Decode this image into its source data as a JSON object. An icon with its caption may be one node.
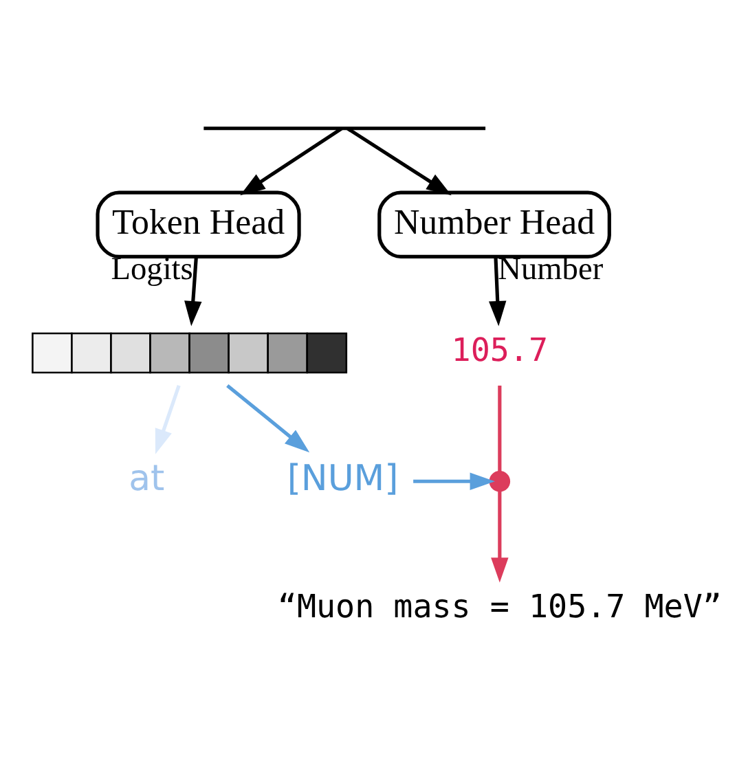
{
  "diagram": {
    "nodes": [
      {
        "text": [],
        "shape": "brace"
      },
      {
        "text": [
          "Token Head"
        ]
      },
      {
        "text": [
          "Number Head"
        ]
      },
      {
        "text": [],
        "shape": "bar"
      },
      {
        "text": [
          "105.7"
        ]
      },
      {
        "text": [
          "at"
        ]
      },
      {
        "text": [
          "[NUM]"
        ]
      },
      {
        "text": [],
        "shape": "switch"
      },
      {
        "text": [
          "“Muon mass = 105.7 MeV”"
        ]
      }
    ],
    "edges": [
      {
        "from": 0,
        "to": 1,
        "arrow": "to"
      },
      {
        "from": 0,
        "to": 2,
        "arrow": "to"
      },
      {
        "from": 1,
        "to": 3,
        "arrow": "to",
        "label": "Logits"
      },
      {
        "from": 2,
        "to": 4,
        "arrow": "to",
        "label": "Number"
      },
      {
        "from": 3,
        "to": 5,
        "arrow": "to",
        "color": "#dbe9fb"
      },
      {
        "from": 3,
        "to": 6,
        "arrow": "to",
        "color": "#5a9fdc"
      },
      {
        "from": 6,
        "to": 7,
        "arrow": "to",
        "color": "#5a9fdc"
      },
      {
        "from": 4,
        "to": 7,
        "arrow": "none",
        "color": "#dc3c5c"
      },
      {
        "from": 7,
        "to": 8,
        "arrow": "to",
        "color": "#dc3c5c"
      }
    ]
  }
}
